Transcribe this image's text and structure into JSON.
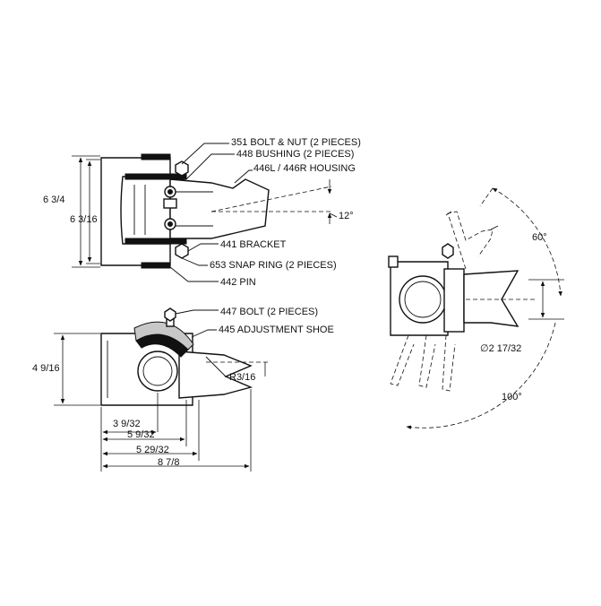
{
  "callouts": {
    "bolt_nut": "351 BOLT & NUT (2 PIECES)",
    "bushing": "448 BUSHING (2 PIECES)",
    "housing": "446L / 446R HOUSING",
    "bracket": "441 BRACKET",
    "snap_ring": "653 SNAP RING (2 PIECES)",
    "pin": "442 PIN",
    "bolt_447": "447 BOLT (2 PIECES)",
    "adj_shoe": "445 ADJUSTMENT SHOE"
  },
  "dimensions": {
    "overall_height": "6 3/4",
    "inner_height": "6 3/16",
    "tilt_angle": "12°",
    "side_height": "4 9/16",
    "radius": "R3/16",
    "d1": "3 9/32",
    "d2": "5 9/32",
    "d3": "5 29/32",
    "overall_length": "8 7/8",
    "swing_up": "60°",
    "pin_dia": "∅2 17/32",
    "swing_down": "100°"
  }
}
